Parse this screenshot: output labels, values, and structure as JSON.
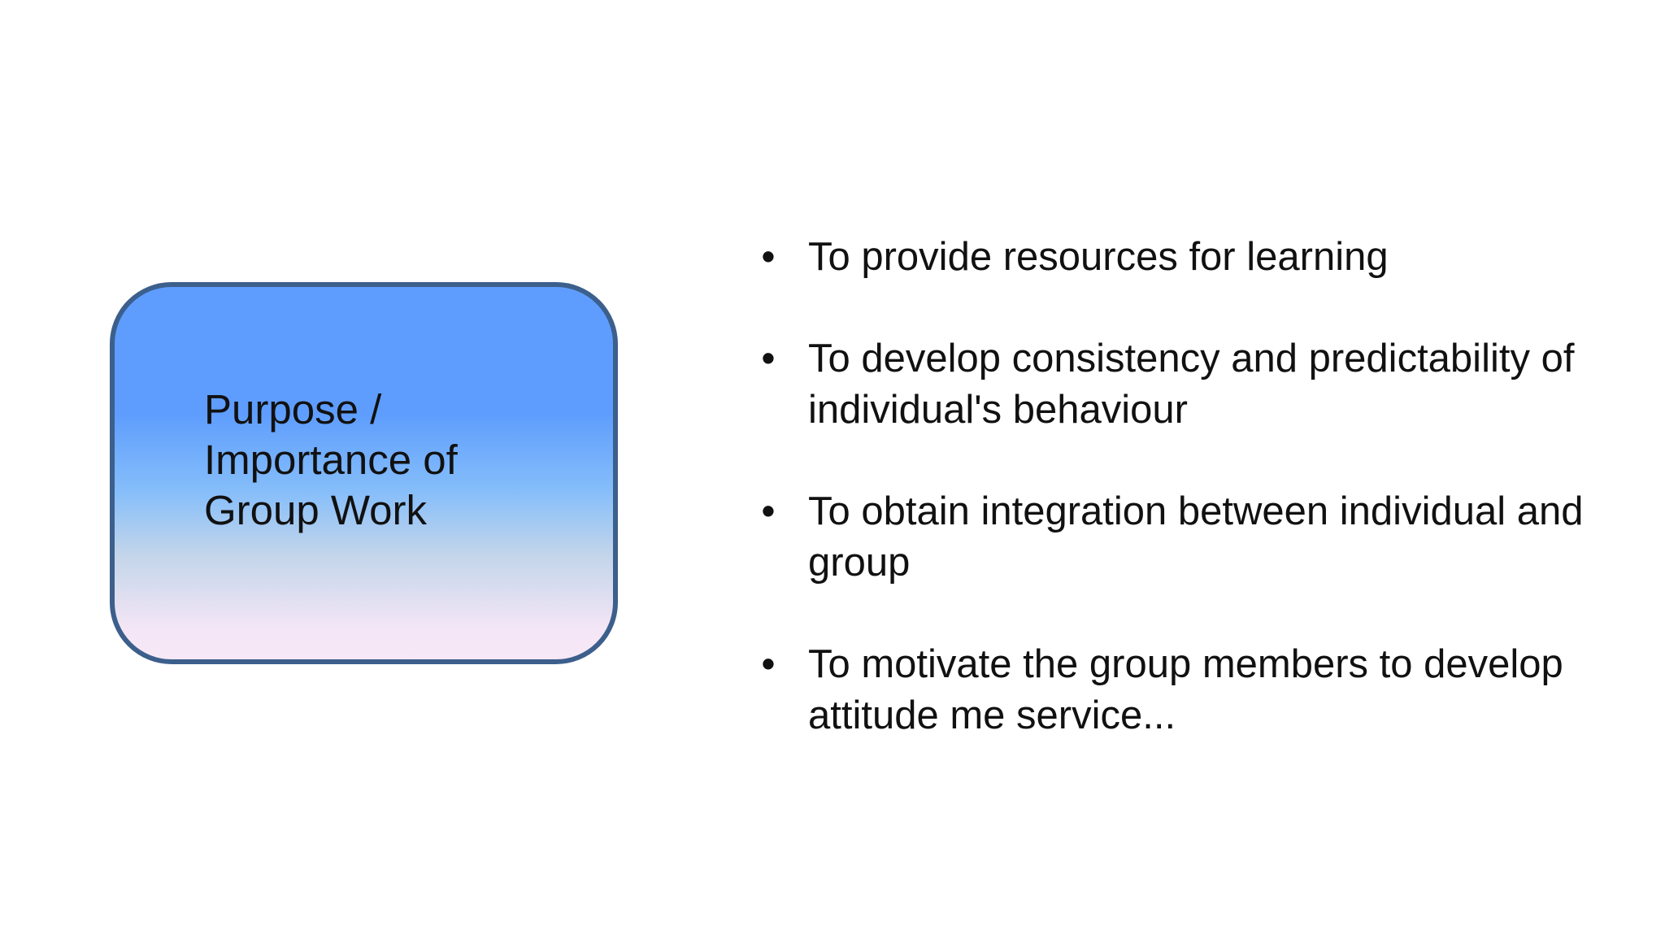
{
  "slide": {
    "title_box": {
      "text": " Purpose /\nImportance of\nGroup Work"
    },
    "bullets": [
      {
        "marker": "•",
        "text": "To provide resources for learning"
      },
      {
        "marker": "•",
        "text": "To develop consistency and predictability of individual's behaviour"
      },
      {
        "marker": "•",
        "text": "To obtain integration between individual and group"
      },
      {
        "marker": "•",
        "text": "To motivate the group members to develop attitude me service..."
      }
    ]
  },
  "colors": {
    "box_border": "#3c5f8c",
    "box_gradient_top": "#5e9dfd",
    "box_gradient_bottom": "#f6e8f6"
  }
}
